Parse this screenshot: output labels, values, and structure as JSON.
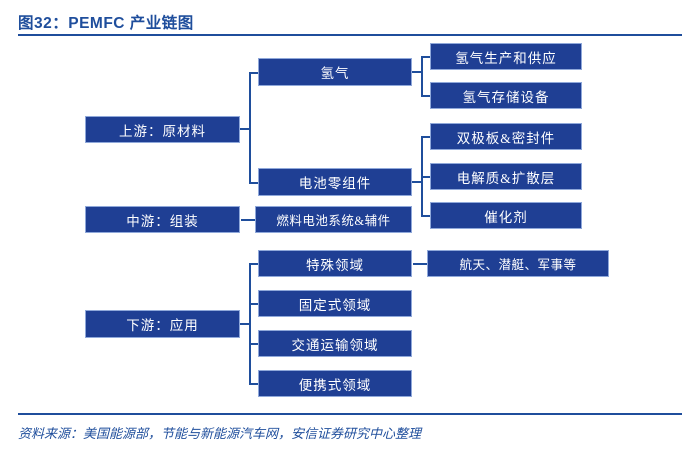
{
  "header": {
    "title": "图32：PEMFC 产业链图",
    "accent_color": "#1F4E9C"
  },
  "footer": {
    "source": "资料来源：美国能源部，节能与新能源汽车网，安信证券研究中心整理"
  },
  "diagram": {
    "box_fill": "#1F3F94",
    "box_border": "#8FA8DA",
    "connector_color": "#1F4E9C",
    "tiers": [
      {
        "key": "upstream",
        "label": "上游：原材料",
        "children": [
          {
            "key": "hydrogen",
            "label": "氢气",
            "children": [
              {
                "key": "h2-production",
                "label": "氢气生产和供应"
              },
              {
                "key": "h2-storage",
                "label": "氢气存储设备"
              }
            ]
          },
          {
            "key": "cell-components",
            "label": "电池零组件",
            "children": [
              {
                "key": "bipolar-plate",
                "label": "双极板&密封件"
              },
              {
                "key": "electrolyte",
                "label": "电解质&扩散层"
              },
              {
                "key": "catalyst",
                "label": "催化剂"
              }
            ]
          }
        ]
      },
      {
        "key": "midstream",
        "label": "中游：组装",
        "children": [
          {
            "key": "fuel-cell-system",
            "label": "燃料电池系统&辅件"
          }
        ]
      },
      {
        "key": "downstream",
        "label": "下游：应用",
        "children": [
          {
            "key": "special-field",
            "label": "特殊领域",
            "children": [
              {
                "key": "aerospace-submarine-military",
                "label": "航天、潜艇、军事等"
              }
            ]
          },
          {
            "key": "stationary-field",
            "label": "固定式领域"
          },
          {
            "key": "transport-field",
            "label": "交通运输领域"
          },
          {
            "key": "portable-field",
            "label": "便携式领域"
          }
        ]
      }
    ]
  }
}
